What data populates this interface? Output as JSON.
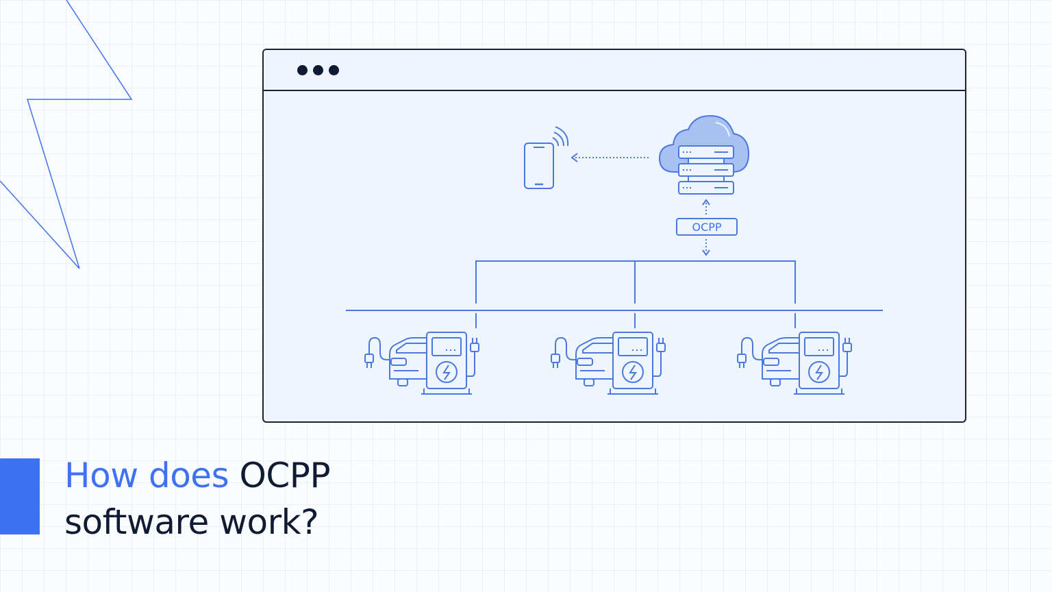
{
  "diagram": {
    "protocol_label": "OCPP",
    "nodes": {
      "cloud": "cloud-server-icon",
      "phone": "smartphone-icon",
      "stations": [
        "ev-charging-station-icon",
        "ev-charging-station-icon",
        "ev-charging-station-icon"
      ]
    }
  },
  "headline": {
    "highlight": "How does",
    "rest": " OCPP",
    "line2": "software work?"
  },
  "colors": {
    "accent": "#3e72f5",
    "line": "#4a78e0",
    "dark": "#0f1a33",
    "window_bg": "#eef5fd",
    "cloud_fill": "#a9c0f2"
  }
}
